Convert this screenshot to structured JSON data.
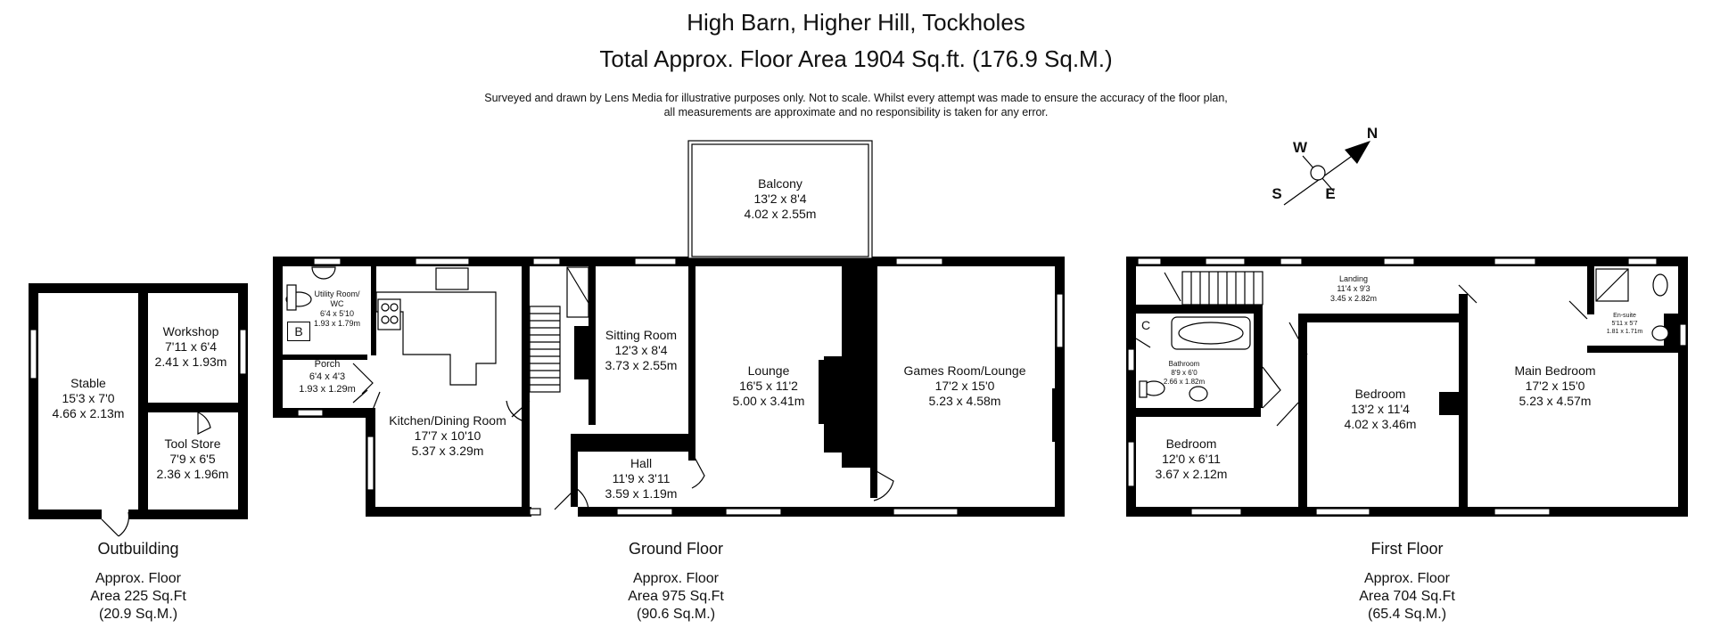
{
  "title": "High Barn, Higher Hill, Tockholes",
  "subtitle": "Total Approx. Floor Area 1904 Sq.ft. (176.9 Sq.M.)",
  "disclaimer": [
    "Surveyed and drawn by Lens Media for illustrative purposes only. Not to scale. Whilst every attempt was made to ensure the accuracy of the floor plan,",
    "all measurements are approximate and no responsibility is taken for any error."
  ],
  "compass": {
    "n": "N",
    "e": "E",
    "s": "S",
    "w": "W"
  },
  "floors": [
    {
      "name": "Outbuilding",
      "area": [
        "Approx. Floor",
        "Area 225 Sq.Ft",
        "(20.9 Sq.M.)"
      ]
    },
    {
      "name": "Ground Floor",
      "area": [
        "Approx. Floor",
        "Area 975 Sq.Ft",
        "(90.6 Sq.M.)"
      ]
    },
    {
      "name": "First Floor",
      "area": [
        "Approx. Floor",
        "Area 704 Sq.Ft",
        "(65.4 Sq.M.)"
      ]
    }
  ],
  "rooms": {
    "stable": [
      "Stable",
      "15'3 x 7'0",
      "4.66 x 2.13m"
    ],
    "workshop": [
      "Workshop",
      "7'11 x 6'4",
      "2.41 x 1.93m"
    ],
    "tool_store": [
      "Tool Store",
      "7'9 x 6'5",
      "2.36 x 1.96m"
    ],
    "utility": [
      "Utility Room/",
      "WC",
      "6'4 x 5'10",
      "1.93 x 1.79m"
    ],
    "boiler": "B",
    "porch": [
      "Porch",
      "6'4 x 4'3",
      "1.93 x 1.29m"
    ],
    "kitchen": [
      "Kitchen/Dining Room",
      "17'7 x 10'10",
      "5.37 x 3.29m"
    ],
    "sitting": [
      "Sitting Room",
      "12'3 x 8'4",
      "3.73 x 2.55m"
    ],
    "hall": [
      "Hall",
      "11'9 x 3'11",
      "3.59 x 1.19m"
    ],
    "balcony": [
      "Balcony",
      "13'2 x 8'4",
      "4.02 x 2.55m"
    ],
    "lounge": [
      "Lounge",
      "16'5 x 11'2",
      "5.00 x 3.41m"
    ],
    "games": [
      "Games Room/Lounge",
      "17'2 x 15'0",
      "5.23 x 4.58m"
    ],
    "cupboard": "C",
    "landing": [
      "Landing",
      "11'4 x 9'3",
      "3.45 x 2.82m"
    ],
    "bathroom": [
      "Bathroom",
      "8'9 x 6'0",
      "2.66 x 1.82m"
    ],
    "bedroom_small": [
      "Bedroom",
      "12'0 x 6'11",
      "3.67 x 2.12m"
    ],
    "bedroom_mid": [
      "Bedroom",
      "13'2 x 11'4",
      "4.02 x 3.46m"
    ],
    "ensuite": [
      "En-suite",
      "5'11 x 5'7",
      "1.81 x 1.71m"
    ],
    "main_bedroom": [
      "Main Bedroom",
      "17'2 x 15'0",
      "5.23 x 4.57m"
    ]
  }
}
